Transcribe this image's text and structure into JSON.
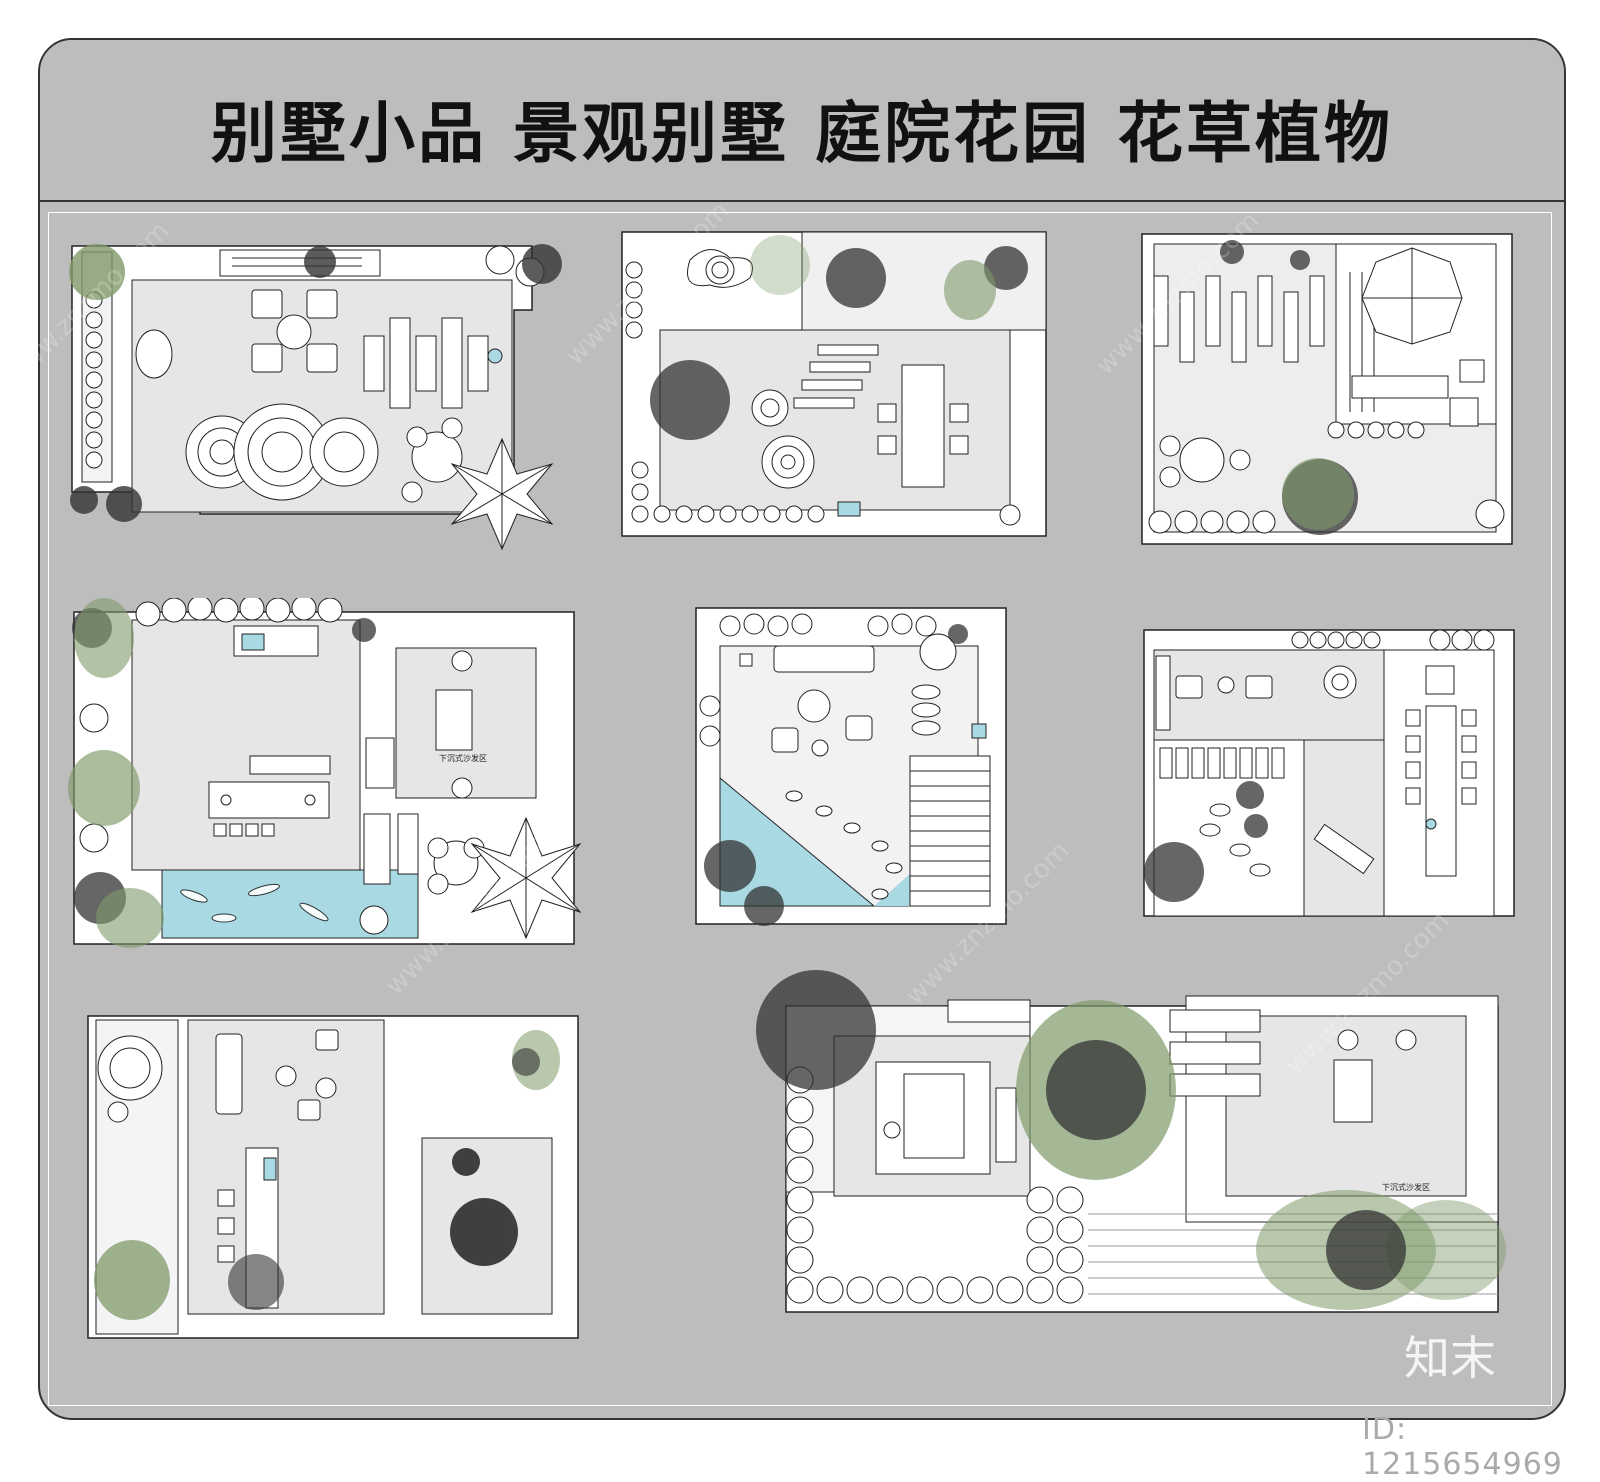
{
  "title": "别墅小品 景观别墅 庭院花园 花草植物",
  "labels": {
    "sunken_seating_a": "下沉式沙发区",
    "sunken_seating_b": "下沉式沙发区"
  },
  "watermark": {
    "logo": "知末",
    "id": "ID: 1215654969",
    "site": "www.znzmo.com"
  },
  "colors": {
    "background": "#bdbdbd",
    "paving": "#e6e6e6",
    "water": "#a9d9e3",
    "vegetation": "#7f9a6a",
    "line": "#222222"
  },
  "plans": [
    {
      "name": "courtyard-plan-1"
    },
    {
      "name": "courtyard-plan-2"
    },
    {
      "name": "courtyard-plan-3"
    },
    {
      "name": "courtyard-plan-4"
    },
    {
      "name": "courtyard-plan-5"
    },
    {
      "name": "courtyard-plan-6"
    },
    {
      "name": "courtyard-plan-7"
    },
    {
      "name": "courtyard-plan-8"
    }
  ]
}
